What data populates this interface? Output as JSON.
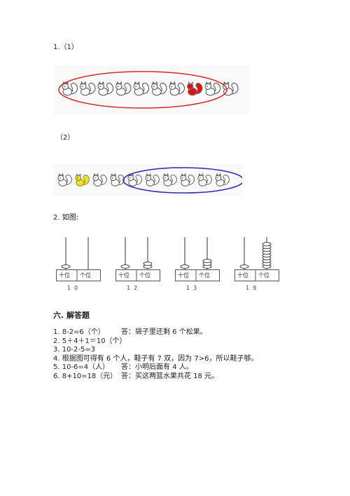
{
  "q1": {
    "label": "1.（1）",
    "part2_label": "（2）"
  },
  "q2": {
    "label": "2. 如图:",
    "place_labels": {
      "tens": "十位",
      "ones": "个位"
    },
    "abacuses": [
      {
        "tens_beads": 1,
        "ones_beads": 0,
        "digits": "1  0"
      },
      {
        "tens_beads": 1,
        "ones_beads": 2,
        "digits": "1  2"
      },
      {
        "tens_beads": 1,
        "ones_beads": 3,
        "digits": "1  3"
      },
      {
        "tens_beads": 1,
        "ones_beads": 9,
        "digits": "1  9"
      }
    ]
  },
  "section6": {
    "title": "六. 解答题",
    "lines": [
      {
        "eq": "1. 8-2=6（个）",
        "ans": "答：袋子里还剩 6 个松果。"
      },
      {
        "eq": "2. 5＋4＋1＝10（个）",
        "ans": ""
      },
      {
        "eq": "3. 10-2-5=3",
        "ans": ""
      },
      {
        "eq": "4. 根据图可得有 6 个人，鞋子有 7 双，因为 7>6，所以鞋子够。",
        "ans": ""
      },
      {
        "eq": "5. 10-6=4（人）",
        "ans": "答：小明后面有 4 人。"
      },
      {
        "eq": "6. 8+10=18（元）",
        "ans": "答：买这两篮水果共花 18 元。"
      }
    ]
  },
  "colors": {
    "red_ellipse": "#d62828",
    "blue_ellipse": "#2a2ab8",
    "yellow_animal": "#f2e600",
    "red_animal": "#e01010"
  }
}
